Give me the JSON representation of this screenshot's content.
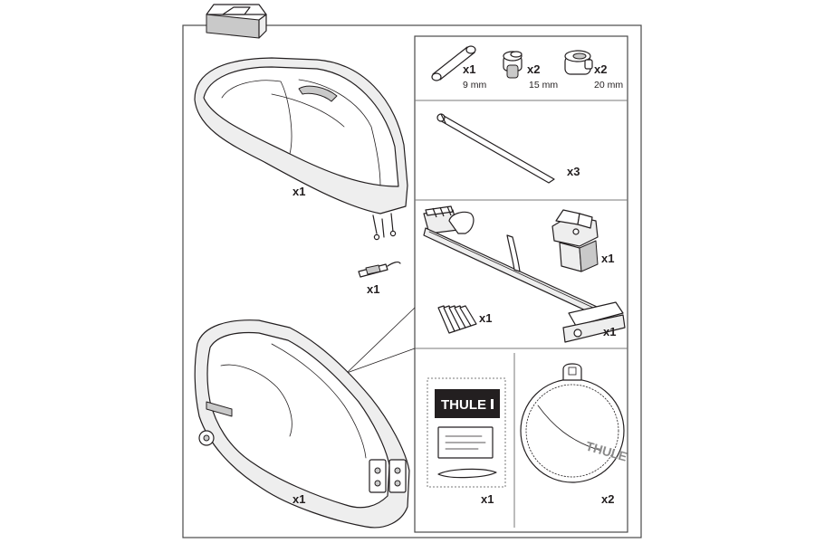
{
  "parts": {
    "lid": {
      "qty": "x1"
    },
    "strap": {
      "qty": "x1"
    },
    "base_case": {
      "qty": "x1"
    },
    "pin": {
      "qty": "x1",
      "size": "9 mm"
    },
    "adapter_15": {
      "qty": "x2",
      "size": "15 mm"
    },
    "adapter_20": {
      "qty": "x2",
      "size": "20 mm"
    },
    "skewer": {
      "qty": "x3"
    },
    "mount": {
      "qty": "x1"
    },
    "fork_block": {
      "qty": "x1"
    },
    "pads": {
      "qty": "x1"
    },
    "manual": {
      "qty": "x1",
      "brand": "THULE"
    },
    "wheel_bag": {
      "qty": "x2",
      "brand": "THULE"
    }
  }
}
